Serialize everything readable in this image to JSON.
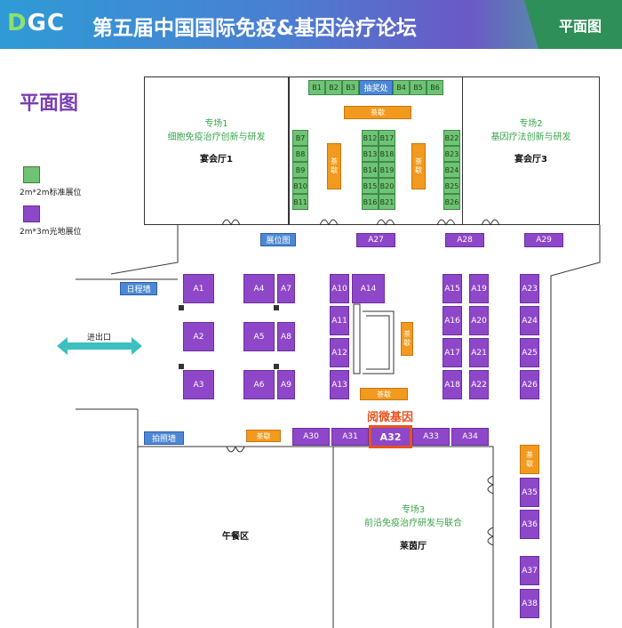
{
  "header": {
    "logo_d": "D",
    "logo_rest": "GC",
    "title": "第五届中国国际免疫&基因治疗论坛",
    "right_label": "平面图"
  },
  "page_title": "平面图",
  "legend": {
    "standard_label": "2m*2m标准展位",
    "standard_color": "#6fc374",
    "space_label": "2m*3m光地展位",
    "space_color": "#8f47c9"
  },
  "venues": {
    "session1": {
      "title": "专场1",
      "subtitle": "细胞免疫治疗创新与研发",
      "hall": "宴会厅1"
    },
    "session2": {
      "title": "专场2",
      "subtitle": "基因疗法创新与研发",
      "hall": "宴会厅3"
    },
    "session3": {
      "title": "专场3",
      "subtitle": "前沿免疫治疗研发与联合",
      "hall": "莱茵厅"
    },
    "lunch": "午餐区"
  },
  "top_row": {
    "left": [
      "B1",
      "B2",
      "B3"
    ],
    "center": "抽奖处",
    "right": [
      "B4",
      "B5",
      "B6"
    ]
  },
  "b_booths": {
    "col1": [
      "B7",
      "B8",
      "B9",
      "B10",
      "B11"
    ],
    "col2": [
      "B12",
      "B13",
      "B14",
      "B15",
      "B16"
    ],
    "col3": [
      "B17",
      "B18",
      "B19",
      "B20",
      "B21"
    ],
    "col4": [
      "B22",
      "B23",
      "B24",
      "B25",
      "B26"
    ]
  },
  "tea_label": "茶歇",
  "signs": {
    "exhibit_map": "展位图",
    "schedule": "日程墙",
    "photo": "拍照墙"
  },
  "entry_label": "进出口",
  "a_booths": {
    "a27": "A27",
    "a28": "A28",
    "a29": "A29",
    "a1": "A1",
    "a2": "A2",
    "a3": "A3",
    "a4": "A4",
    "a5": "A5",
    "a6": "A6",
    "a7": "A7",
    "a8": "A8",
    "a9": "A9",
    "a10": "A10",
    "a11": "A11",
    "a12": "A12",
    "a13": "A13",
    "a14": "A14",
    "a15": "A15",
    "a16": "A16",
    "a17": "A17",
    "a18": "A18",
    "a19": "A19",
    "a20": "A20",
    "a21": "A21",
    "a22": "A22",
    "a23": "A23",
    "a24": "A24",
    "a25": "A25",
    "a26": "A26",
    "a30": "A30",
    "a31": "A31",
    "a32": "A32",
    "a33": "A33",
    "a34": "A34",
    "a35": "A35",
    "a36": "A36",
    "a37": "A37",
    "a38": "A38"
  },
  "highlight": {
    "label": "阅微基因",
    "color": "#e8531e"
  }
}
